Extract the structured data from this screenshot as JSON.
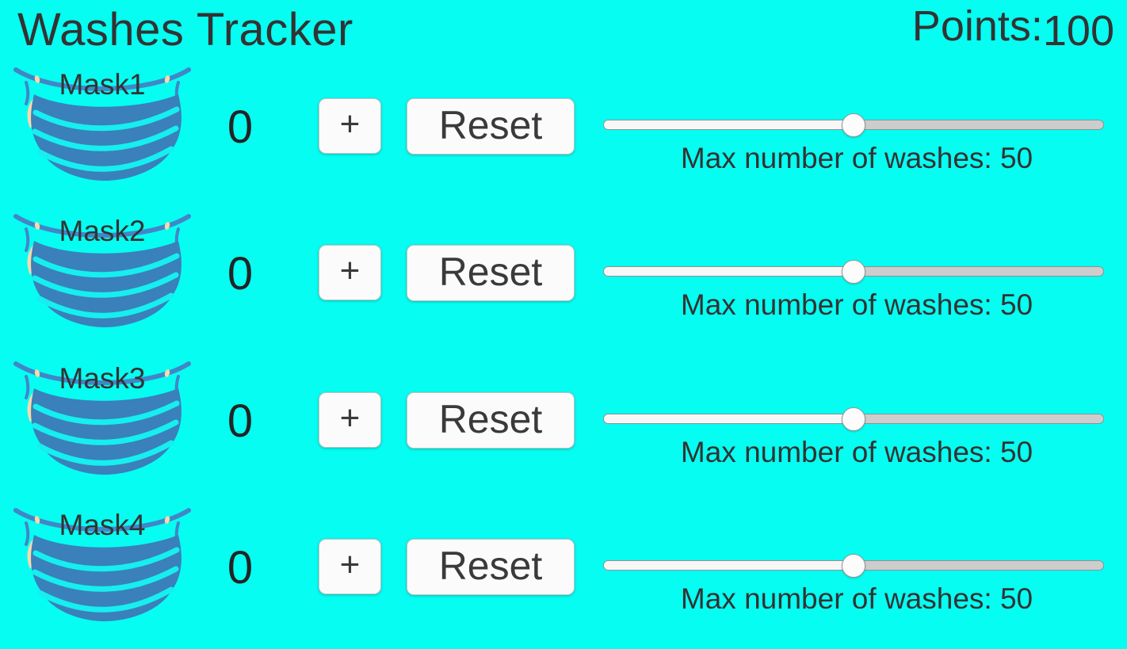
{
  "colors": {
    "bg": "#06fdf2",
    "text": "#333333",
    "maskBody": "#3a80ba",
    "maskStrap": "#4187c8",
    "maskPleat": "#16eef0",
    "maskEar": "#f7d9ad",
    "buttonBg": "#fbfbfb",
    "buttonBorder": "#c2c2c2",
    "trackFill": "#f7f7f7",
    "trackRest": "#cdcdcd",
    "trackBorder": "#909090",
    "thumbFill": "#fcfcfc",
    "thumbBorder": "#999999"
  },
  "header": {
    "title": "Washes Tracker",
    "points_label": "Points:",
    "points_value": "100"
  },
  "rows": [
    {
      "mask_label": "Mask1",
      "count": "0",
      "plus_label": "+",
      "reset_label": "Reset",
      "max_label": "Max number of washes: 50",
      "slider_percent": 50
    },
    {
      "mask_label": "Mask2",
      "count": "0",
      "plus_label": "+",
      "reset_label": "Reset",
      "max_label": "Max number of washes: 50",
      "slider_percent": 50
    },
    {
      "mask_label": "Mask3",
      "count": "0",
      "plus_label": "+",
      "reset_label": "Reset",
      "max_label": "Max number of washes: 50",
      "slider_percent": 50
    },
    {
      "mask_label": "Mask4",
      "count": "0",
      "plus_label": "+",
      "reset_label": "Reset",
      "max_label": "Max number of washes: 50",
      "slider_percent": 50
    }
  ]
}
